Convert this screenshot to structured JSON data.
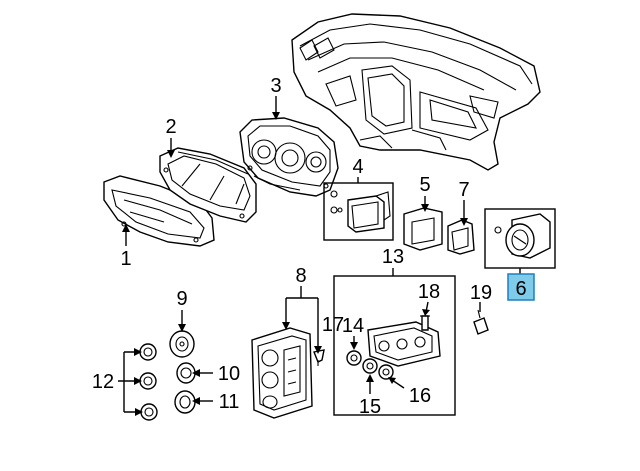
{
  "diagram": {
    "highlight_color": "#7ecbea",
    "callouts": [
      {
        "id": "c1",
        "label": "1"
      },
      {
        "id": "c2",
        "label": "2"
      },
      {
        "id": "c3",
        "label": "3"
      },
      {
        "id": "c4",
        "label": "4"
      },
      {
        "id": "c5",
        "label": "5"
      },
      {
        "id": "c6",
        "label": "6",
        "highlighted": true
      },
      {
        "id": "c7",
        "label": "7"
      },
      {
        "id": "c8",
        "label": "8"
      },
      {
        "id": "c9",
        "label": "9"
      },
      {
        "id": "c10",
        "label": "10"
      },
      {
        "id": "c11",
        "label": "11"
      },
      {
        "id": "c12",
        "label": "12"
      },
      {
        "id": "c13",
        "label": "13"
      },
      {
        "id": "c14",
        "label": "14"
      },
      {
        "id": "c15",
        "label": "15"
      },
      {
        "id": "c16",
        "label": "16"
      },
      {
        "id": "c17",
        "label": "17"
      },
      {
        "id": "c18",
        "label": "18"
      },
      {
        "id": "c19",
        "label": "19"
      }
    ]
  }
}
